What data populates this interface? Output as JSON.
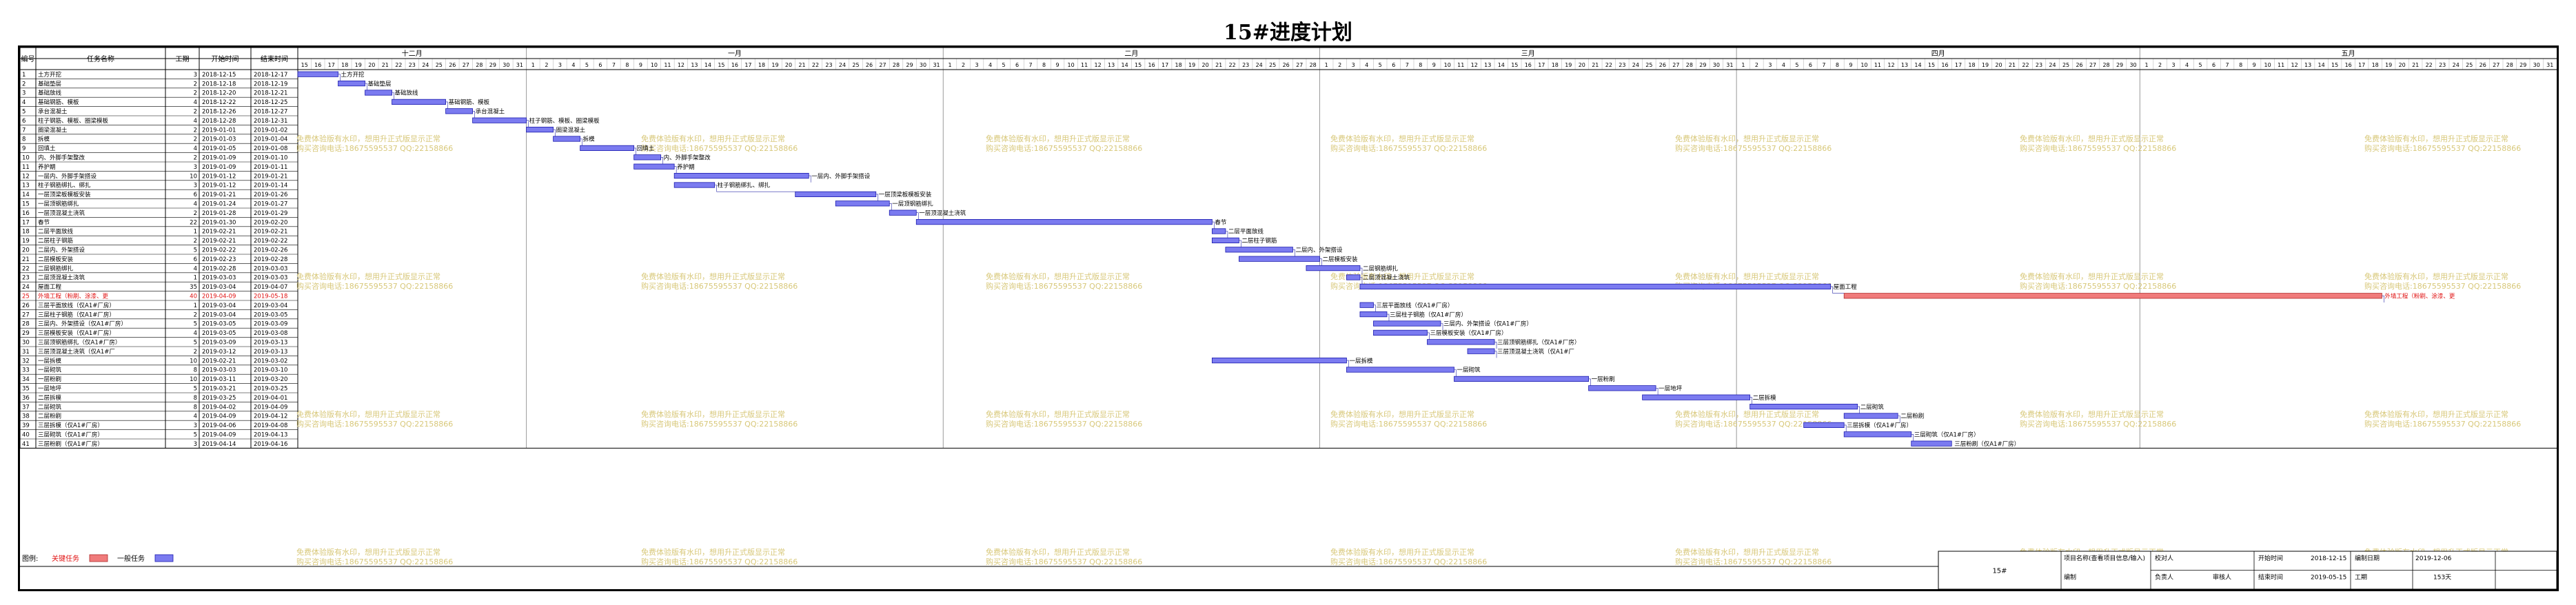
{
  "page_title": "15#进度计划",
  "table": {
    "headers": [
      "编号",
      "任务名称",
      "工期",
      "开始时间",
      "结束时间"
    ],
    "rows": [
      {
        "id": "1",
        "name": "土方开挖",
        "dur": "3",
        "start": "2018-12-15",
        "end": "2018-12-17"
      },
      {
        "id": "2",
        "name": "基础垫层",
        "dur": "2",
        "start": "2018-12-18",
        "end": "2018-12-19"
      },
      {
        "id": "3",
        "name": "基础放线",
        "dur": "2",
        "start": "2018-12-20",
        "end": "2018-12-21"
      },
      {
        "id": "4",
        "name": "基础钢筋、模板",
        "dur": "4",
        "start": "2018-12-22",
        "end": "2018-12-25"
      },
      {
        "id": "5",
        "name": "承台混凝土",
        "dur": "2",
        "start": "2018-12-26",
        "end": "2018-12-27"
      },
      {
        "id": "6",
        "name": "柱子钢筋、模板、圈梁模板",
        "dur": "4",
        "start": "2018-12-28",
        "end": "2018-12-31"
      },
      {
        "id": "7",
        "name": "圈梁混凝土",
        "dur": "2",
        "start": "2019-01-01",
        "end": "2019-01-02"
      },
      {
        "id": "8",
        "name": "拆模",
        "dur": "2",
        "start": "2019-01-03",
        "end": "2019-01-04"
      },
      {
        "id": "9",
        "name": "回填土",
        "dur": "4",
        "start": "2019-01-05",
        "end": "2019-01-08"
      },
      {
        "id": "10",
        "name": "内、外脚手架整改",
        "dur": "2",
        "start": "2019-01-09",
        "end": "2019-01-10"
      },
      {
        "id": "11",
        "name": "养护期",
        "dur": "3",
        "start": "2019-01-09",
        "end": "2019-01-11"
      },
      {
        "id": "12",
        "name": "一层内、外脚手架搭设",
        "dur": "10",
        "start": "2019-01-12",
        "end": "2019-01-21"
      },
      {
        "id": "13",
        "name": "柱子钢筋绑扎、绑扎",
        "dur": "3",
        "start": "2019-01-12",
        "end": "2019-01-14"
      },
      {
        "id": "14",
        "name": "一层顶梁板模板安装",
        "dur": "6",
        "start": "2019-01-21",
        "end": "2019-01-26"
      },
      {
        "id": "15",
        "name": "一层顶钢筋绑扎",
        "dur": "4",
        "start": "2019-01-24",
        "end": "2019-01-27"
      },
      {
        "id": "16",
        "name": "一层顶混凝土浇筑",
        "dur": "2",
        "start": "2019-01-28",
        "end": "2019-01-29"
      },
      {
        "id": "17",
        "name": "春节",
        "dur": "22",
        "start": "2019-01-30",
        "end": "2019-02-20"
      },
      {
        "id": "18",
        "name": "二层平面放线",
        "dur": "1",
        "start": "2019-02-21",
        "end": "2019-02-21"
      },
      {
        "id": "19",
        "name": "二层柱子钢筋",
        "dur": "2",
        "start": "2019-02-21",
        "end": "2019-02-22"
      },
      {
        "id": "20",
        "name": "二层内、外架搭设",
        "dur": "5",
        "start": "2019-02-22",
        "end": "2019-02-26"
      },
      {
        "id": "21",
        "name": "二层模板安装",
        "dur": "6",
        "start": "2019-02-23",
        "end": "2019-02-28"
      },
      {
        "id": "22",
        "name": "二层钢筋绑扎",
        "dur": "4",
        "start": "2019-02-28",
        "end": "2019-03-03"
      },
      {
        "id": "23",
        "name": "二层顶混凝土浇筑",
        "dur": "1",
        "start": "2019-03-03",
        "end": "2019-03-03"
      },
      {
        "id": "24",
        "name": "屋面工程",
        "dur": "35",
        "start": "2019-03-04",
        "end": "2019-04-07"
      },
      {
        "id": "25",
        "name": "外墙工程（粉刷、涂漆、更",
        "dur": "40",
        "start": "2019-04-09",
        "end": "2019-05-18",
        "critical": true
      },
      {
        "id": "26",
        "name": "三层平面放线（仅A1#厂房）",
        "dur": "1",
        "start": "2019-03-04",
        "end": "2019-03-04"
      },
      {
        "id": "27",
        "name": "三层柱子钢筋（仅A1#厂房）",
        "dur": "2",
        "start": "2019-03-04",
        "end": "2019-03-05"
      },
      {
        "id": "28",
        "name": "三层内、外架搭设（仅A1#厂房）",
        "dur": "5",
        "start": "2019-03-05",
        "end": "2019-03-09"
      },
      {
        "id": "29",
        "name": "三层模板安装（仅A1#厂房）",
        "dur": "4",
        "start": "2019-03-05",
        "end": "2019-03-08"
      },
      {
        "id": "30",
        "name": "三层顶钢筋绑扎（仅A1#厂房）",
        "dur": "5",
        "start": "2019-03-09",
        "end": "2019-03-13"
      },
      {
        "id": "31",
        "name": "三层顶混凝土浇筑（仅A1#厂",
        "dur": "2",
        "start": "2019-03-12",
        "end": "2019-03-13"
      },
      {
        "id": "32",
        "name": "一层拆模",
        "dur": "10",
        "start": "2019-02-21",
        "end": "2019-03-02"
      },
      {
        "id": "33",
        "name": "一层砌筑",
        "dur": "8",
        "start": "2019-03-03",
        "end": "2019-03-10"
      },
      {
        "id": "34",
        "name": "一层粉刷",
        "dur": "10",
        "start": "2019-03-11",
        "end": "2019-03-20"
      },
      {
        "id": "35",
        "name": "一层地坪",
        "dur": "5",
        "start": "2019-03-21",
        "end": "2019-03-25"
      },
      {
        "id": "36",
        "name": "二层拆模",
        "dur": "8",
        "start": "2019-03-25",
        "end": "2019-04-01"
      },
      {
        "id": "37",
        "name": "二层砌筑",
        "dur": "8",
        "start": "2019-04-02",
        "end": "2019-04-09"
      },
      {
        "id": "38",
        "name": "二层粉刷",
        "dur": "4",
        "start": "2019-04-09",
        "end": "2019-04-12"
      },
      {
        "id": "39",
        "name": "三层拆模（仅A1#厂房）",
        "dur": "3",
        "start": "2019-04-06",
        "end": "2019-04-08"
      },
      {
        "id": "40",
        "name": "三层砌筑（仅A1#厂房）",
        "dur": "5",
        "start": "2019-04-09",
        "end": "2019-04-13"
      },
      {
        "id": "41",
        "name": "三层粉刷（仅A1#厂房）",
        "dur": "3",
        "start": "2019-04-14",
        "end": "2019-04-16"
      }
    ]
  },
  "timeline": {
    "start_date": "2018-12-15",
    "end_date": "2019-05-31",
    "months": [
      {
        "label": "十二月",
        "start": "2018-12-15",
        "end": "2018-12-31"
      },
      {
        "label": "一月",
        "start": "2019-01-01",
        "end": "2019-01-31"
      },
      {
        "label": "二月",
        "start": "2019-02-01",
        "end": "2019-02-28"
      },
      {
        "label": "三月",
        "start": "2019-03-01",
        "end": "2019-03-31"
      },
      {
        "label": "四月",
        "start": "2019-04-01",
        "end": "2019-04-30"
      },
      {
        "label": "五月",
        "start": "2019-05-01",
        "end": "2019-05-31"
      }
    ]
  },
  "watermark": {
    "line1": "免费体验版有水印，想用升正式版显示正常",
    "line2": "购买咨询电话:18675595537 QQ:22158866"
  },
  "legend": {
    "label": "图例:",
    "critical": "关键任务",
    "normal": "一般任务"
  },
  "footer": {
    "number": "15#",
    "project": "项目名称(查看项目信息/输入)",
    "compiler_label": "编制",
    "proofreader_label": "校对人",
    "start_label": "开始时间",
    "start_value": "2018-12-15",
    "compile_date_label": "编制日期",
    "compile_date_value": "2019-12-06",
    "responsible_label": "负责人",
    "reviewer_label": "审核人",
    "finish_label": "结束时间",
    "finish_value": "2019-05-15",
    "duration_label": "工期",
    "duration_value": "153天"
  },
  "colors": {
    "normal_bar": "#7b7bf0",
    "normal_bar_border": "#1c1cae",
    "critical_bar": "#f07b7b",
    "critical_bar_border": "#b02a2a",
    "critical_text": "#e01010",
    "watermark": "#d8c87a",
    "grid": "#bdbdbd"
  }
}
